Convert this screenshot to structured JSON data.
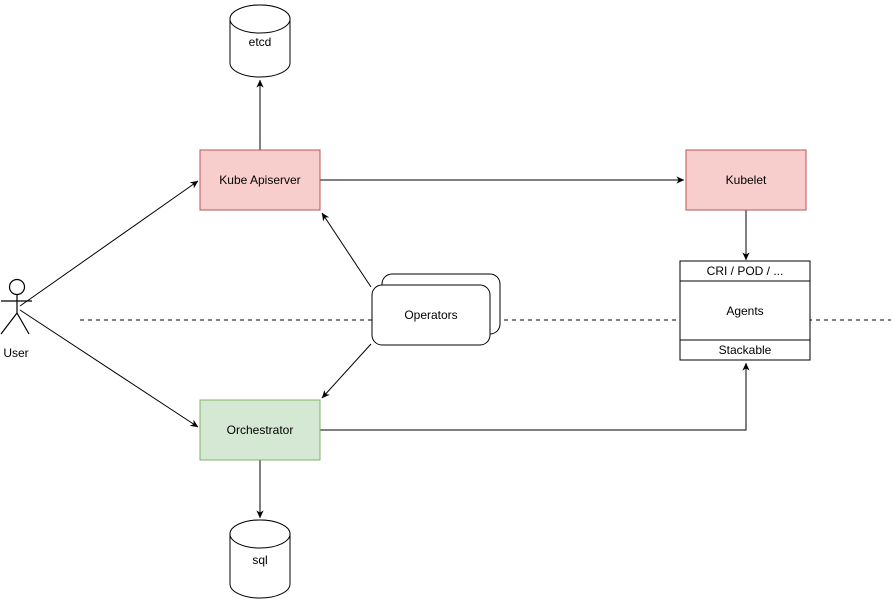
{
  "diagram": {
    "background_color": "#ffffff",
    "line_color": "#000000",
    "nodes": {
      "user": {
        "label": "User",
        "shape": "actor"
      },
      "etcd": {
        "label": "etcd",
        "shape": "cylinder",
        "fill": "#ffffff",
        "stroke": "#000000"
      },
      "kube_apiserver": {
        "label": "Kube Apiserver",
        "shape": "rectangle",
        "fill": "#f8cecc",
        "stroke": "#b85450"
      },
      "kubelet": {
        "label": "Kubelet",
        "shape": "rectangle",
        "fill": "#f8cecc",
        "stroke": "#b85450"
      },
      "operators": {
        "label": "Operators",
        "shape": "stacked-rounded-rectangles",
        "fill": "#ffffff",
        "stroke": "#000000"
      },
      "orchestrator": {
        "label": "Orchestrator",
        "shape": "rectangle",
        "fill": "#d5e8d4",
        "stroke": "#82b366"
      },
      "sql": {
        "label": "sql",
        "shape": "cylinder",
        "fill": "#ffffff",
        "stroke": "#000000"
      },
      "agent_stack": {
        "shape": "list-box",
        "fill": "#ffffff",
        "stroke": "#000000",
        "rows": [
          "CRI / POD / ...",
          "Agents",
          "Stackable"
        ]
      }
    },
    "edges": [
      {
        "from": "user",
        "to": "kube_apiserver",
        "style": "solid-arrow"
      },
      {
        "from": "user",
        "to": "orchestrator",
        "style": "solid-arrow"
      },
      {
        "from": "kube_apiserver",
        "to": "etcd",
        "style": "solid-arrow"
      },
      {
        "from": "kube_apiserver",
        "to": "kubelet",
        "style": "solid-arrow"
      },
      {
        "from": "operators",
        "to": "kube_apiserver",
        "style": "solid-arrow"
      },
      {
        "from": "operators",
        "to": "orchestrator",
        "style": "solid-arrow"
      },
      {
        "from": "orchestrator",
        "to": "sql",
        "style": "solid-arrow"
      },
      {
        "from": "orchestrator",
        "to": "agent_stack:Stackable",
        "style": "solid-arrow-orthogonal"
      },
      {
        "from": "kubelet",
        "to": "agent_stack:CRI / POD / ...",
        "style": "solid-arrow"
      }
    ],
    "separator": {
      "style": "horizontal-dashed-line"
    }
  }
}
